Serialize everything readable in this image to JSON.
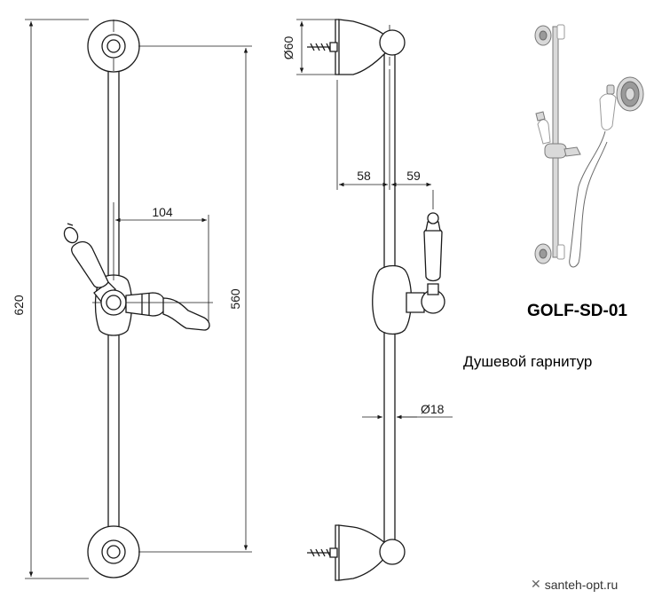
{
  "dimensions": {
    "overall_height": "620",
    "bracket_spacing": "560",
    "holder_reach": "104",
    "wall_to_bar": "58",
    "bar_to_holder": "59",
    "bracket_diameter": "Ø60",
    "bar_diameter": "Ø18"
  },
  "product": {
    "model": "GOLF-SD-01",
    "description": "Душевой гарнитур"
  },
  "footer": {
    "site": "santeh-opt.ru",
    "icon": "cross-arrows-icon"
  },
  "colors": {
    "line": "#1a1a1a",
    "background": "#ffffff"
  }
}
